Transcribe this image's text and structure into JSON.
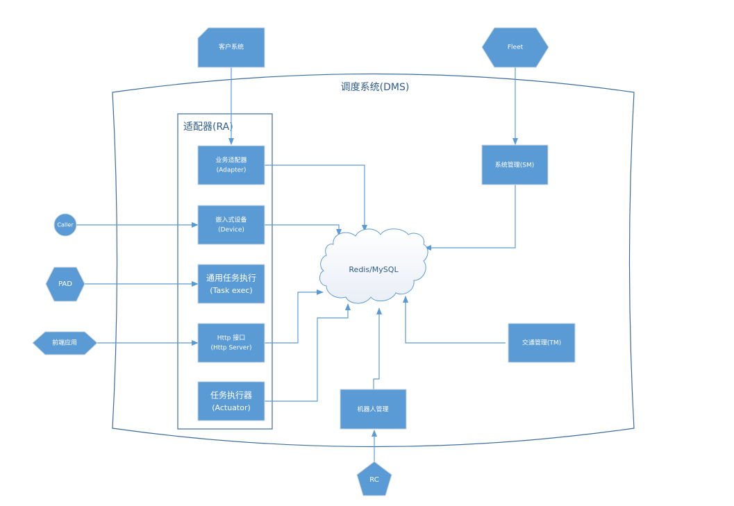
{
  "diagram": {
    "system_title": "调度系统(DMS)",
    "adapter_group_title": "适配器(RA)",
    "external": {
      "customer_system": "客户系统",
      "fleet": "Fleet",
      "caller": "Caller",
      "pad": "PAD",
      "frontend_app": "前端应用",
      "rc": "RC"
    },
    "adapters": {
      "business_adapter": {
        "line1": "业务适配器",
        "line2": "(Adapter)"
      },
      "embedded_device": {
        "line1": "嵌入式设备",
        "line2": "(Device)"
      },
      "task_exec": {
        "line1": "通用任务执行",
        "line2": "(Task exec)"
      },
      "http_interface": {
        "line1": "Http 接口",
        "line2": "(Http Server)"
      },
      "actuator": {
        "line1": "任务执行器",
        "line2": "(Actuator)"
      }
    },
    "internal": {
      "system_management": "系统管理(SM)",
      "traffic_management": "交通管理(TM)",
      "robot_management": "机器人管理",
      "storage": "Redis/MySQL"
    },
    "colors": {
      "node_fill": "#5b9bd5",
      "connector": "#5b9bd5",
      "frame_stroke": "#3a6a9c",
      "title_text": "#2e5b8c"
    },
    "edges": [
      {
        "from": "客户系统",
        "to": "业务适配器"
      },
      {
        "from": "Fleet",
        "to": "系统管理(SM)"
      },
      {
        "from": "Caller",
        "to": "嵌入式设备"
      },
      {
        "from": "PAD",
        "to": "通用任务执行"
      },
      {
        "from": "前端应用",
        "to": "Http 接口"
      },
      {
        "from": "RC",
        "to": "机器人管理"
      },
      {
        "from": "业务适配器",
        "to": "Redis/MySQL"
      },
      {
        "from": "嵌入式设备",
        "to": "Redis/MySQL"
      },
      {
        "from": "Http 接口",
        "to": "Redis/MySQL"
      },
      {
        "from": "任务执行器",
        "to": "Redis/MySQL"
      },
      {
        "from": "系统管理(SM)",
        "to": "Redis/MySQL"
      },
      {
        "from": "交通管理(TM)",
        "to": "Redis/MySQL"
      },
      {
        "from": "机器人管理",
        "to": "Redis/MySQL"
      }
    ]
  }
}
